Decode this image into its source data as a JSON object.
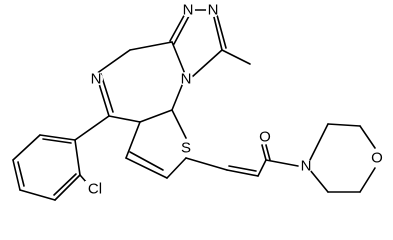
{
  "structure": {
    "atoms": {
      "n_triazole_top_left": "N",
      "n_triazole_top_right": "N",
      "n_diazepine_imine": "N",
      "n_triazole_fused": "N",
      "s_thiophene": "S",
      "o_carbonyl": "O",
      "n_morpholine": "N",
      "o_morpholine": "O",
      "cl_chloro": "Cl"
    }
  }
}
